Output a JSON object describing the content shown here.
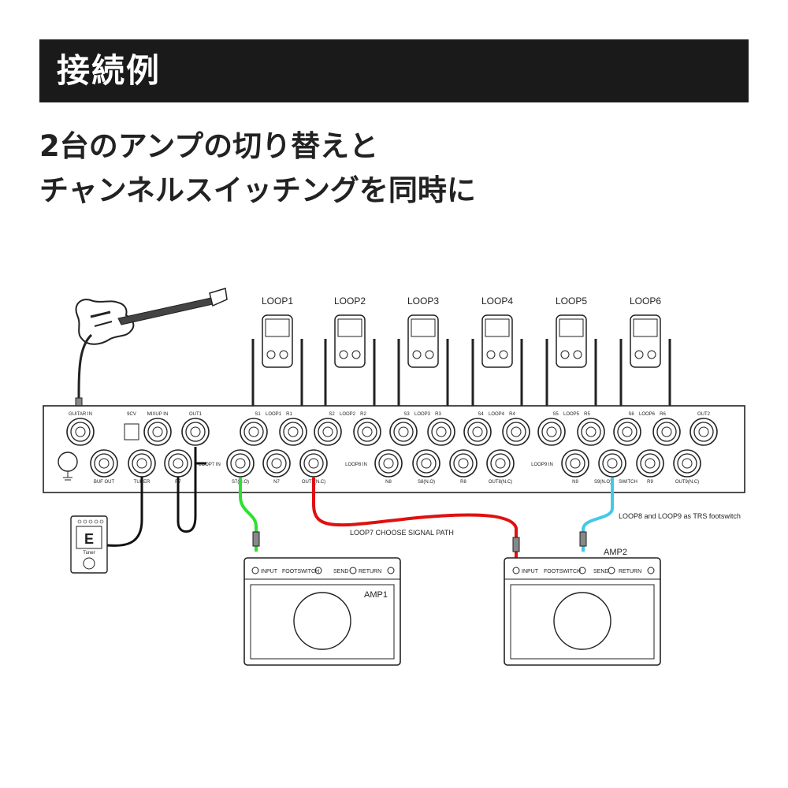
{
  "header": {
    "title": "接続例"
  },
  "subtitle": {
    "line1": "2台のアンプの切り替えと",
    "line2": "チャンネルスイッチングを同時に"
  },
  "loops": [
    "LOOP1",
    "LOOP2",
    "LOOP3",
    "LOOP4",
    "LOOP5",
    "LOOP6"
  ],
  "panel": {
    "top_labels": {
      "guitar_in": "GUITAR IN",
      "dc9v": "9CV",
      "mixup_in": "MIXUP IN",
      "out1": "OUT1",
      "out2": "OUT2"
    },
    "loop_send_return": [
      {
        "s": "S1",
        "tag": "LOOP1",
        "r": "R1"
      },
      {
        "s": "S2",
        "tag": "LOOP2",
        "r": "R2"
      },
      {
        "s": "S3",
        "tag": "LOOP3",
        "r": "R3"
      },
      {
        "s": "S4",
        "tag": "LOOP4",
        "r": "R4"
      },
      {
        "s": "S5",
        "tag": "LOOP5",
        "r": "R5"
      },
      {
        "s": "S6",
        "tag": "LOOP6",
        "r": "R6"
      }
    ],
    "bottom_labels": {
      "buf_out": "BUF OUT",
      "tuner": "TUNER",
      "r7": "R7",
      "loop7_in": "LOOP7 IN",
      "s7": "S7(N.O)",
      "n7": "N7",
      "out7": "OUT7(N.C)",
      "loop8_in": "LOOP8 IN",
      "n8": "N8",
      "s8": "S8(N.O)",
      "r8": "R8",
      "out8": "OUT8(N.C)",
      "loop9_in": "LOOP9 IN",
      "n9": "N9",
      "s9": "S9(N.O)",
      "r9": "R9",
      "out9": "OUT9(N.C)",
      "switch_tag": "SWITCH"
    }
  },
  "tuner": {
    "display": "E",
    "label": "Tuner"
  },
  "annotations": {
    "loop7_path": "LOOP7 CHOOSE SIGNAL PATH",
    "loop89": "LOOP8 and LOOP9 as TRS footswitch"
  },
  "amps": [
    {
      "name": "AMP1",
      "input": "INPUT",
      "footswitch": "FOOTSWITCH",
      "send": "SEND",
      "return": "RETURN"
    },
    {
      "name": "AMP2",
      "input": "INPUT",
      "footswitch": "FOOTSWITCH",
      "send": "SEND",
      "return": "RETURN"
    }
  ],
  "colors": {
    "green_cable": "#2ee02e",
    "red_cable": "#e01010",
    "blue_cable": "#44c8e8",
    "header_bg": "#1a1a1a"
  }
}
